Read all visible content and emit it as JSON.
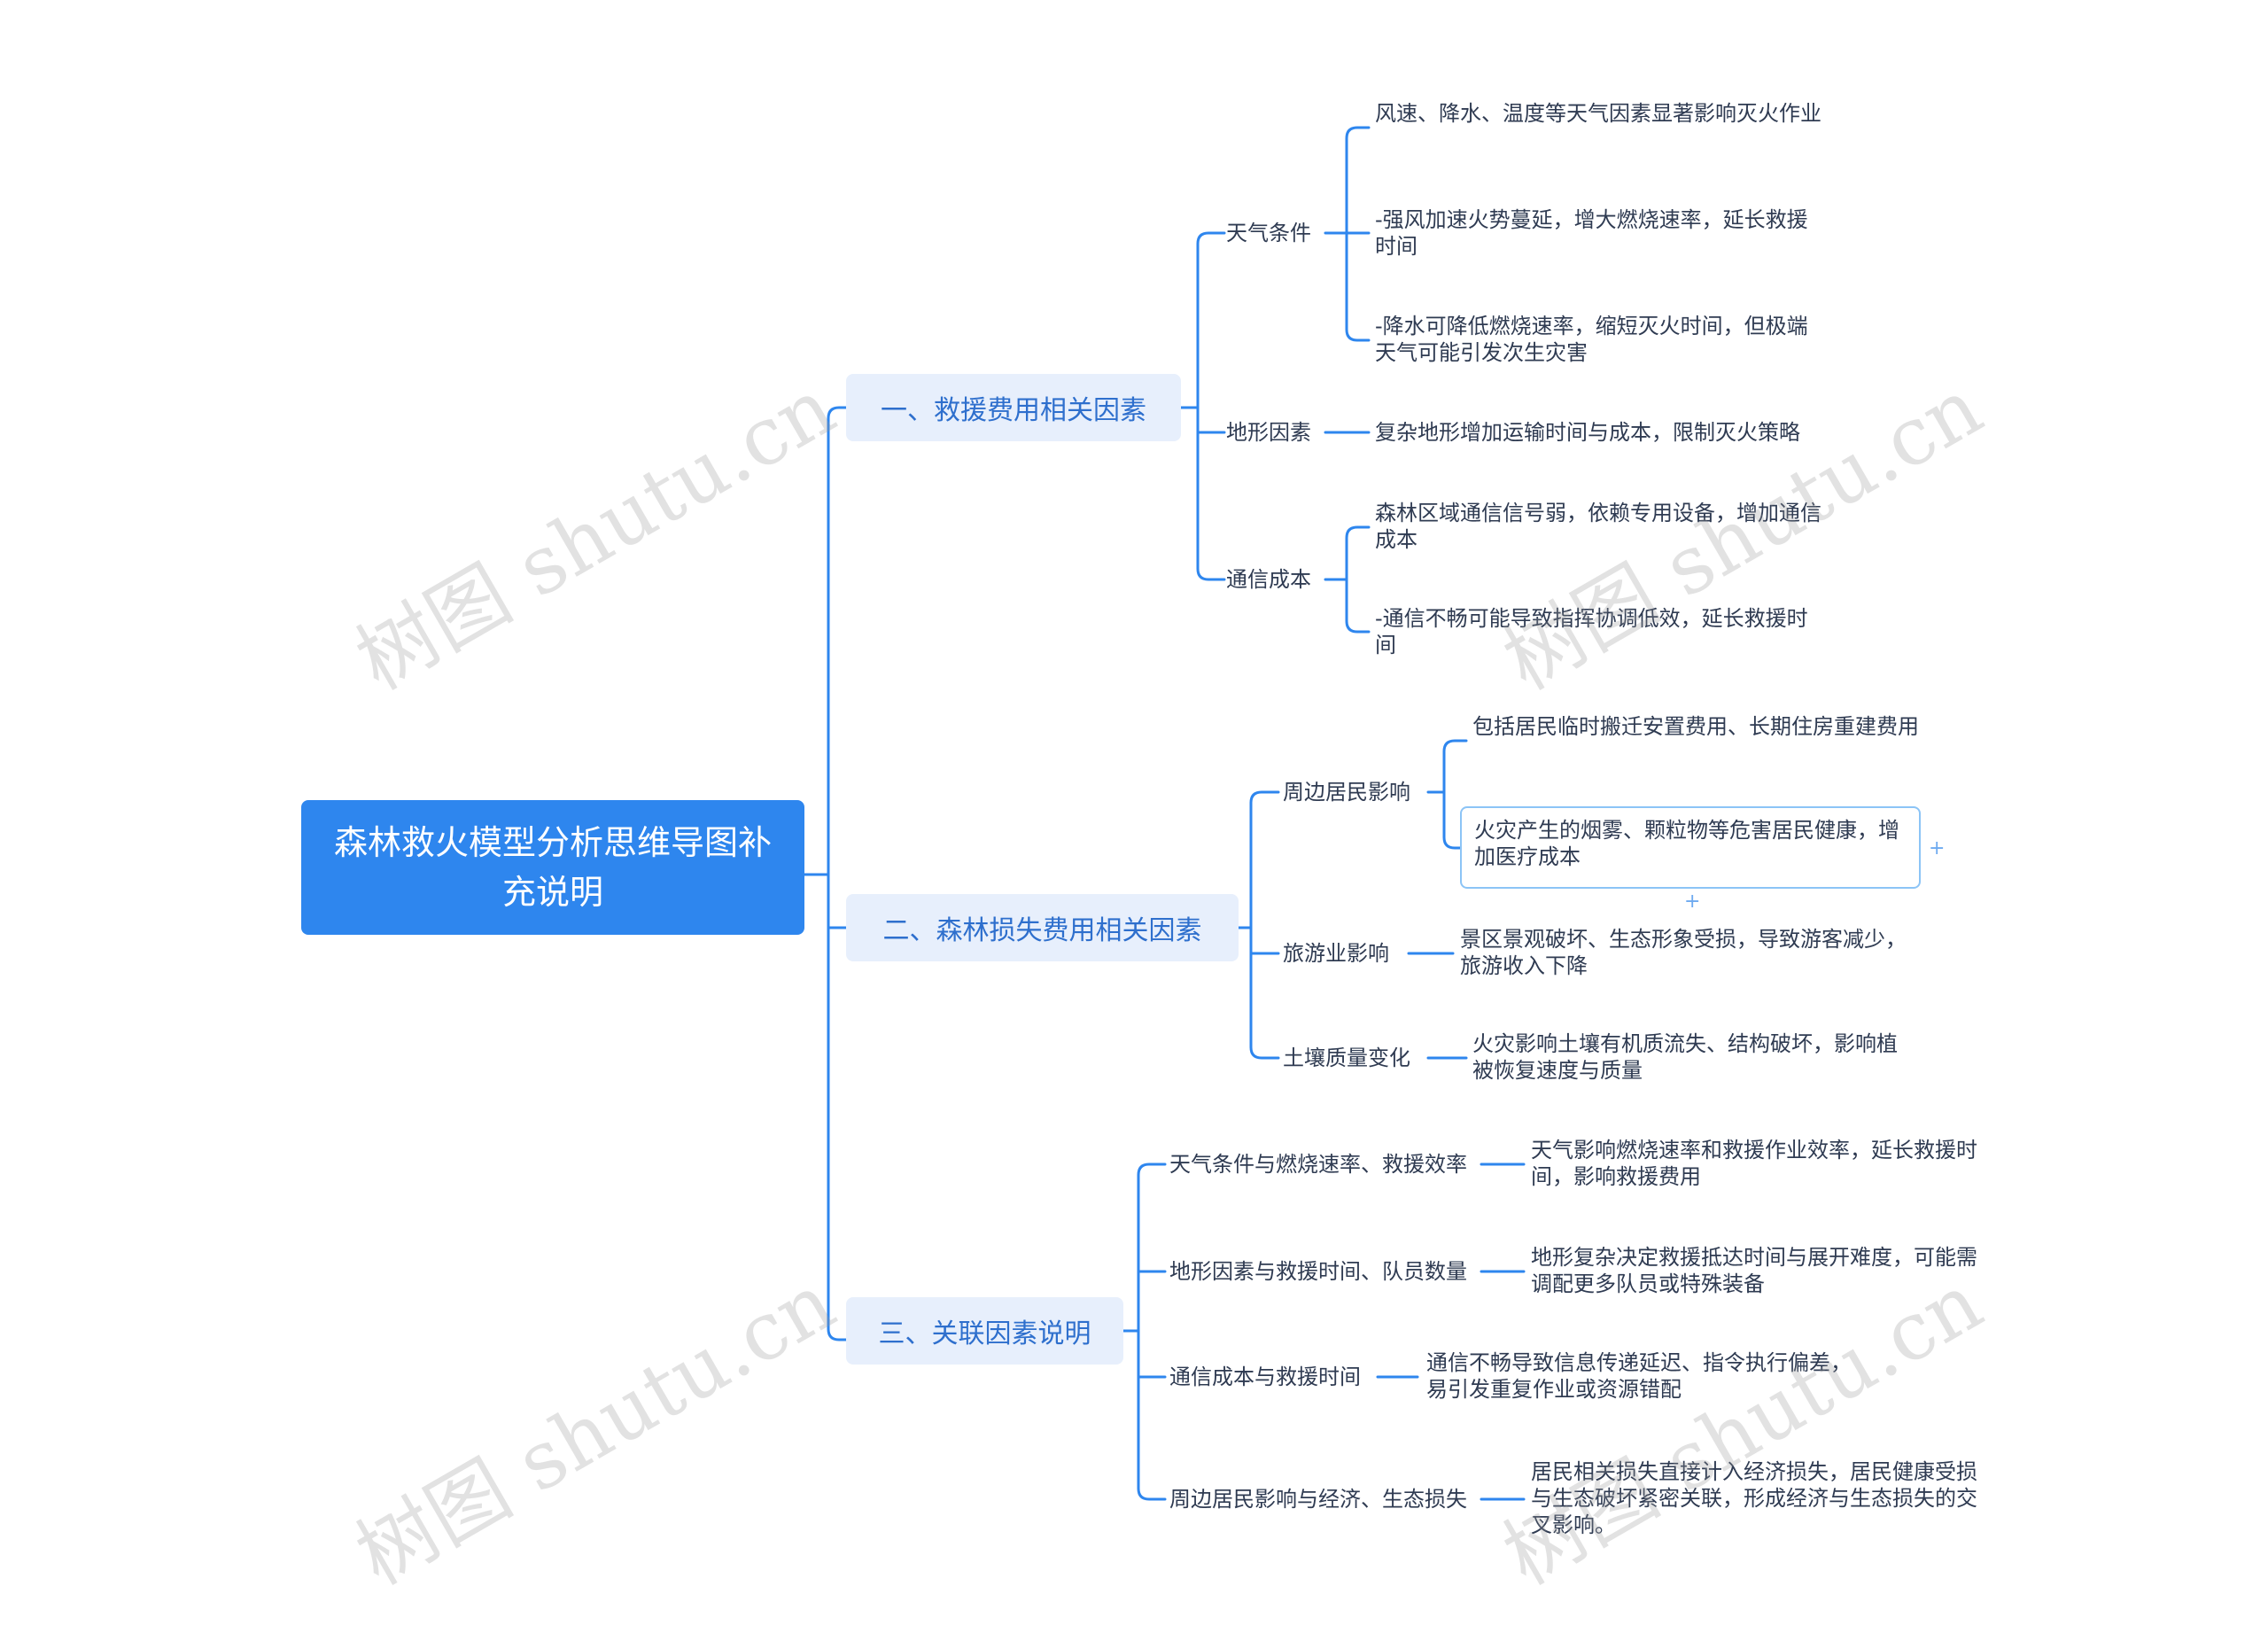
{
  "root": {
    "title": "森林救火模型分析思维导图补充说明"
  },
  "branches": [
    {
      "label": "一、救援费用相关因素",
      "children": [
        {
          "label": "天气条件",
          "details": [
            "风速、降水、温度等天气因素显著影响灭火作业",
            "-强风加速火势蔓延，增大燃烧速率，延长救援时间",
            "-降水可降低燃烧速率，缩短灭火时间，但极端天气可能引发次生灾害"
          ]
        },
        {
          "label": "地形因素",
          "details": [
            "复杂地形增加运输时间与成本，限制灭火策略"
          ]
        },
        {
          "label": "通信成本",
          "details": [
            "森林区域通信信号弱，依赖专用设备，增加通信成本",
            "-通信不畅可能导致指挥协调低效，延长救援时间"
          ]
        }
      ]
    },
    {
      "label": "二、森林损失费用相关因素",
      "children": [
        {
          "label": "周边居民影响",
          "details": [
            "包括居民临时搬迁安置费用、长期住房重建费用",
            "火灾产生的烟雾、颗粒物等危害居民健康，增加医疗成本"
          ]
        },
        {
          "label": "旅游业影响",
          "details": [
            "景区景观破坏、生态形象受损，导致游客减少，旅游收入下降"
          ]
        },
        {
          "label": "土壤质量变化",
          "details": [
            "火灾影响土壤有机质流失、结构破坏，影响植被恢复速度与质量"
          ]
        }
      ]
    },
    {
      "label": "三、关联因素说明",
      "children": [
        {
          "label": "天气条件与燃烧速率、救援效率",
          "details": [
            "天气影响燃烧速率和救援作业效率，延长救援时间，影响救援费用"
          ]
        },
        {
          "label": "地形因素与救援时间、队员数量",
          "details": [
            "地形复杂决定救援抵达时间与展开难度，可能需调配更多队员或特殊装备"
          ]
        },
        {
          "label": "通信成本与救援时间",
          "details": [
            "通信不畅导致信息传递延迟、指令执行偏差，易引发重复作业或资源错配"
          ]
        },
        {
          "label": "周边居民影响与经济、生态损失",
          "details": [
            "居民相关损失直接计入经济损失，居民健康受损与生态破坏紧密关联，形成经济与生态损失的交叉影响。"
          ]
        }
      ]
    }
  ],
  "ui": {
    "add_symbol": "+"
  },
  "watermark": {
    "text": "树图 shutu.cn"
  },
  "colors": {
    "root": "#2e86ee",
    "branch_bg": "#e7effc",
    "branch_text": "#2e6fcd",
    "line": "#2e86ee",
    "text": "#2f3b52",
    "selection": "#8cc4f6"
  }
}
